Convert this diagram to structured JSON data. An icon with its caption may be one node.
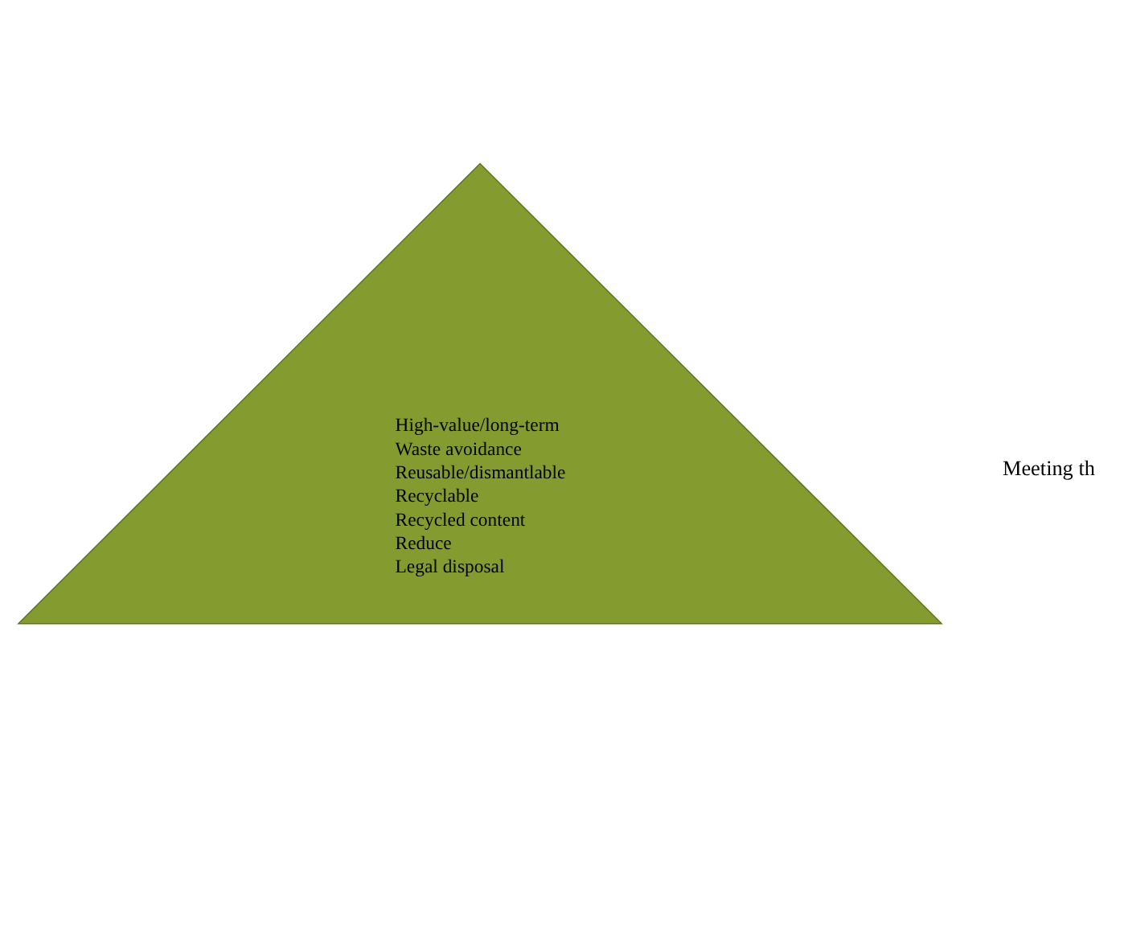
{
  "diagram": {
    "nodes": [
      {
        "text": [
          "High-value/long-term",
          "Waste avoidance",
          "Reusable/dismantlable",
          "Recyclable",
          "Recycled content",
          "Reduce",
          "Legal disposal"
        ]
      }
    ],
    "labels": [
      "Meeting th"
    ]
  }
}
